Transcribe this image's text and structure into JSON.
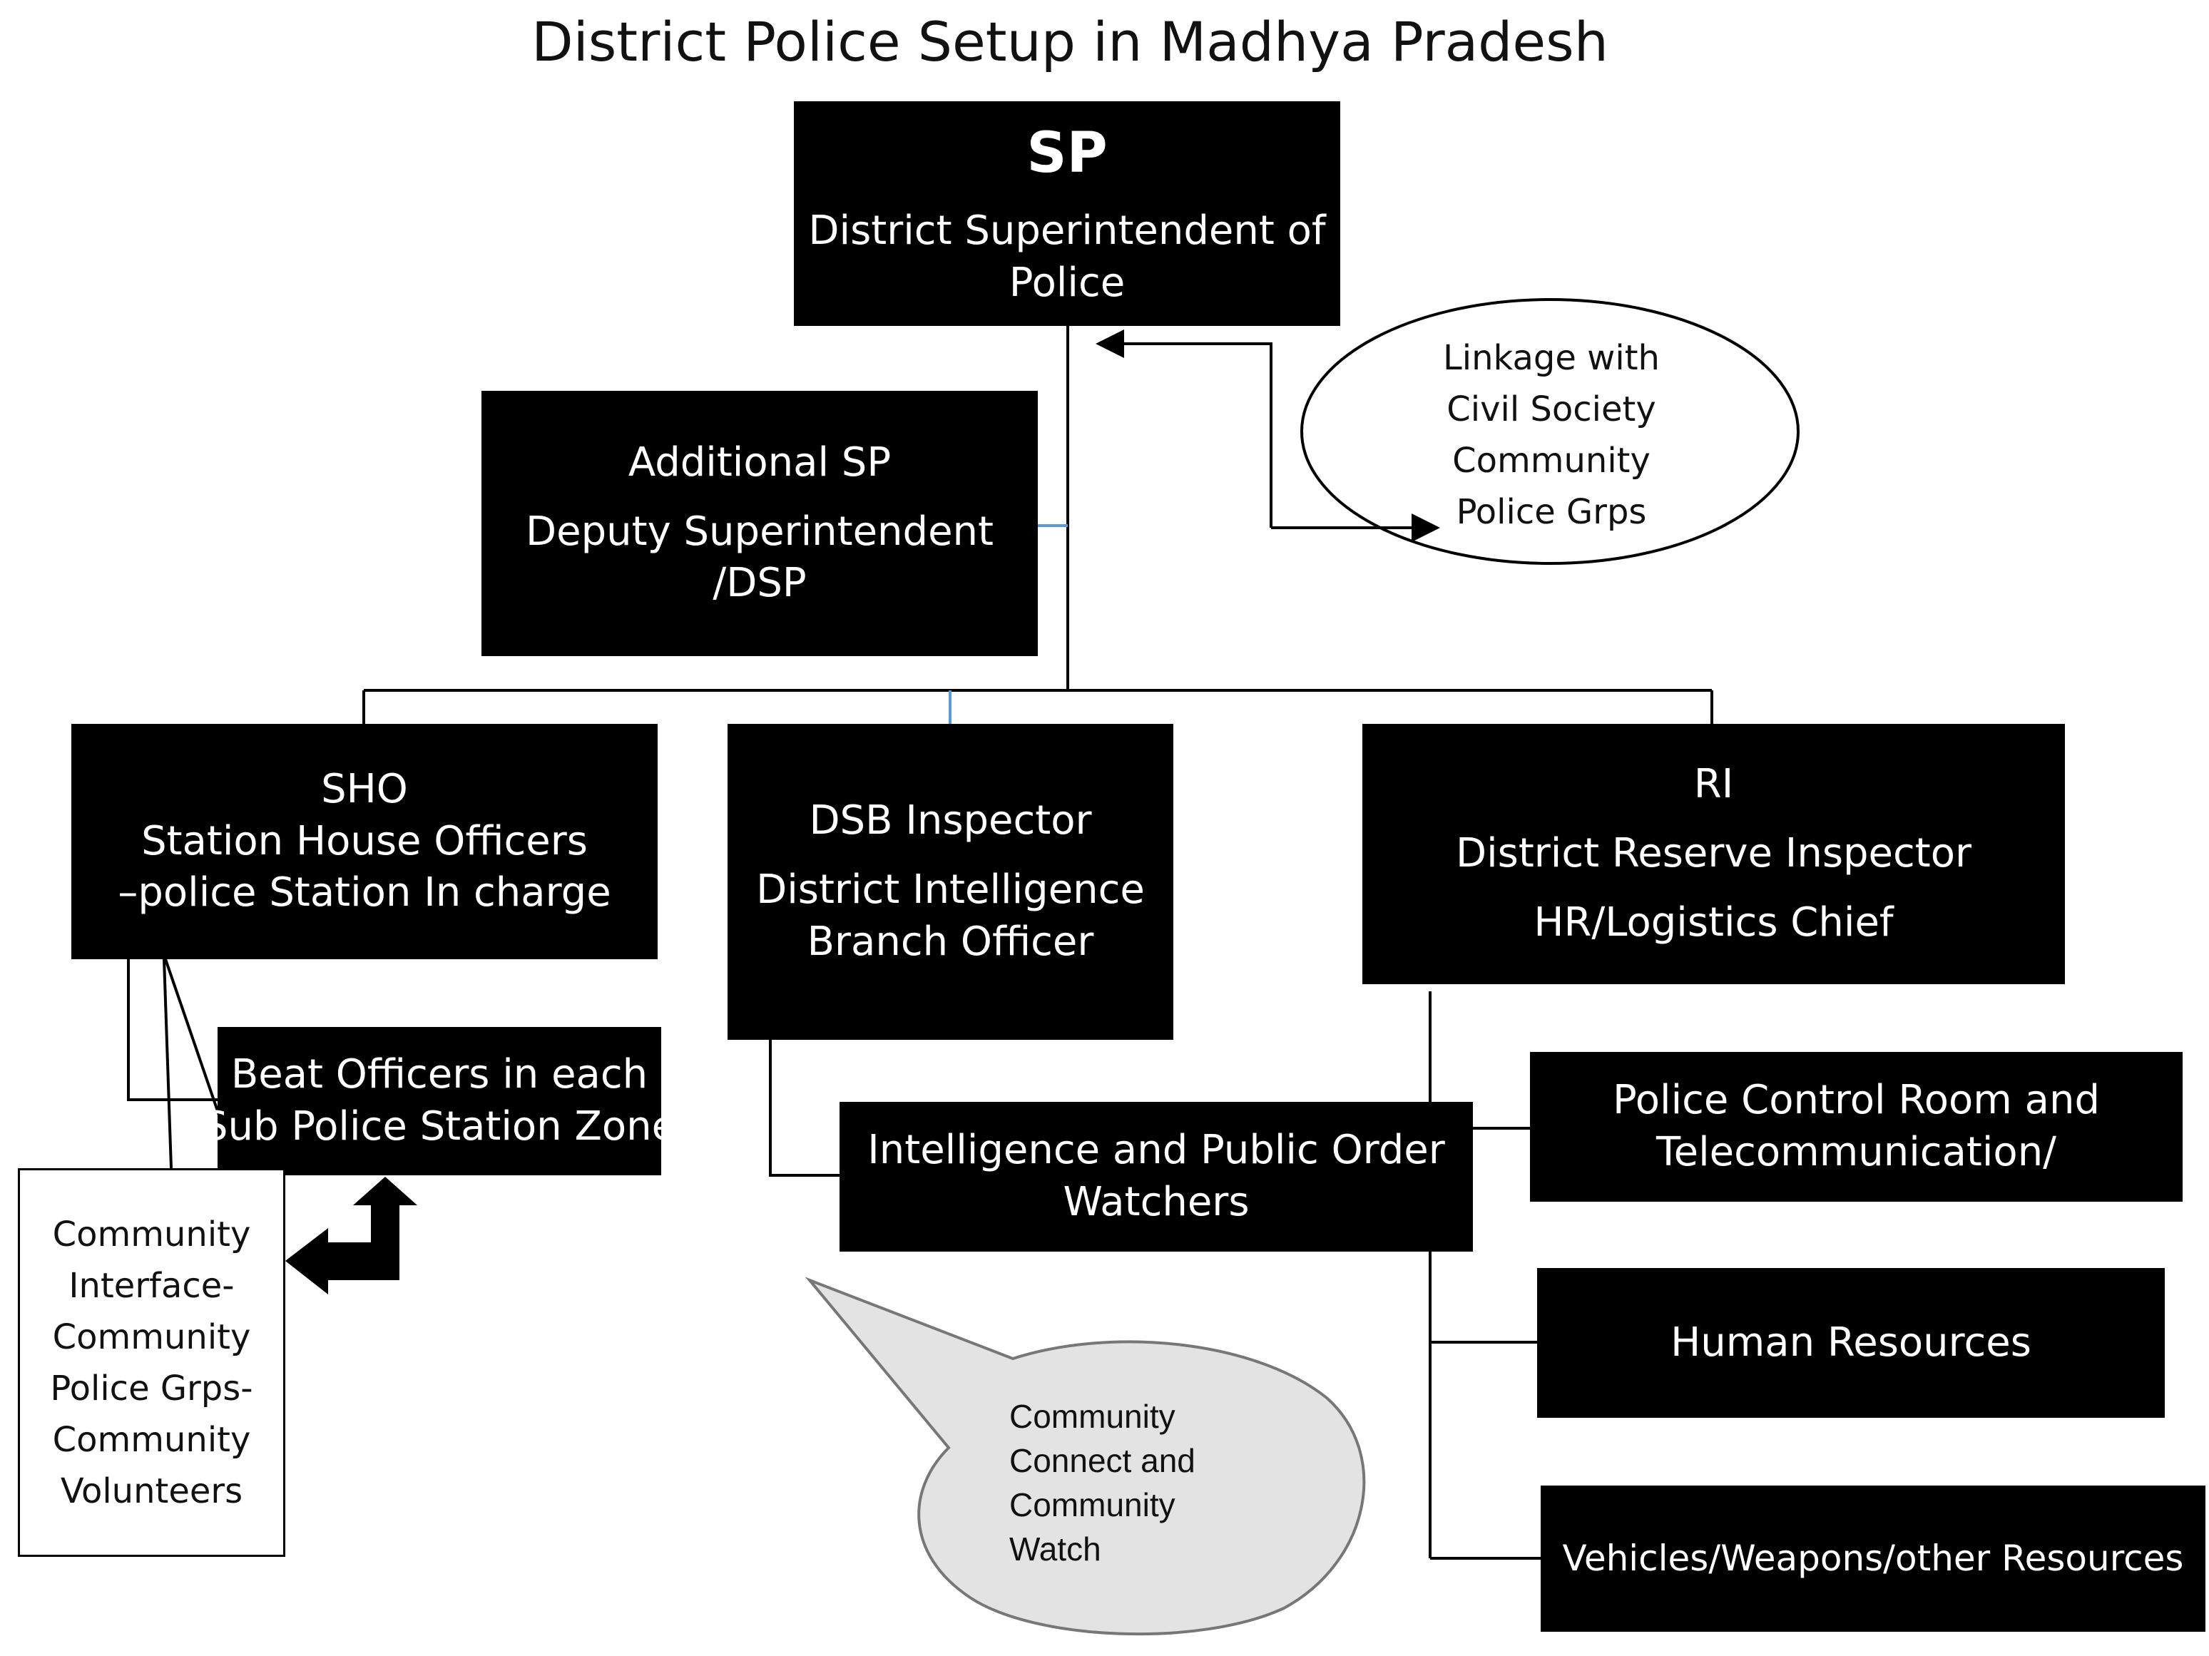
{
  "title": "District Police Setup in Madhya Pradesh",
  "sp": {
    "abbr": "SP",
    "line1": "District Superintendent of",
    "line2": "Police"
  },
  "additional_sp": {
    "line1": "Additional SP",
    "line2": "Deputy Superintendent",
    "line3": "/DSP"
  },
  "linkage": {
    "lines": [
      "Linkage with",
      "Civil Society",
      "Community",
      "Police  Grps"
    ]
  },
  "sho": {
    "abbr": "SHO",
    "line1": "Station House Officers",
    "line2": "–police Station In charge"
  },
  "dsb": {
    "line1": "DSB Inspector",
    "line2": "District Intelligence",
    "line3": "Branch Officer"
  },
  "ri": {
    "abbr": "RI",
    "line1": "District Reserve Inspector",
    "line2": "HR/Logistics Chief"
  },
  "beat": {
    "line1": "Beat Officers in each",
    "line2": "Sub Police Station Zone"
  },
  "community_interface": {
    "lines": [
      "Community",
      "Interface-",
      "Community",
      "Police Grps-",
      "Community",
      "Volunteers"
    ]
  },
  "intelligence": {
    "line1": "Intelligence and Public Order",
    "line2": "Watchers"
  },
  "control_room": {
    "line1": "Police Control Room and",
    "line2": "Telecommunication/"
  },
  "human_resources": {
    "label": "Human Resources"
  },
  "vehicles": {
    "label": "Vehicles/Weapons/other Resources"
  },
  "community_watch": {
    "lines": [
      "Community",
      "Connect and",
      "Community",
      "Watch"
    ]
  }
}
